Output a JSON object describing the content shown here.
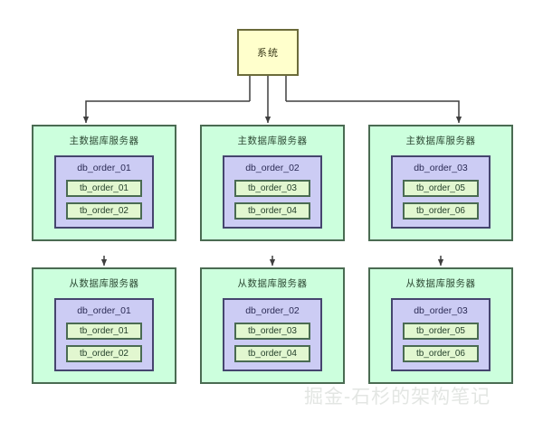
{
  "diagram": {
    "system": {
      "label": "系统"
    },
    "rows": [
      {
        "role": "master",
        "servers": [
          {
            "title": "主数据库服务器",
            "database": "db_order_01",
            "tables": [
              "tb_order_01",
              "tb_order_02"
            ]
          },
          {
            "title": "主数据库服务器",
            "database": "db_order_02",
            "tables": [
              "tb_order_03",
              "tb_order_04"
            ]
          },
          {
            "title": "主数据库服务器",
            "database": "db_order_03",
            "tables": [
              "tb_order_05",
              "tb_order_06"
            ]
          }
        ]
      },
      {
        "role": "slave",
        "servers": [
          {
            "title": "从数据库服务器",
            "database": "db_order_01",
            "tables": [
              "tb_order_01",
              "tb_order_02"
            ]
          },
          {
            "title": "从数据库服务器",
            "database": "db_order_02",
            "tables": [
              "tb_order_03",
              "tb_order_04"
            ]
          },
          {
            "title": "从数据库服务器",
            "database": "db_order_03",
            "tables": [
              "tb_order_05",
              "tb_order_06"
            ]
          }
        ]
      }
    ],
    "watermark": "掘金-石杉的架构笔记",
    "colors": {
      "system_fill": "#ffffcc",
      "system_stroke": "#6b6b3a",
      "server_fill": "#ccffdd",
      "server_stroke": "#4a6b52",
      "db_fill": "#ccccf4",
      "db_stroke": "#45456e",
      "table_fill": "#e2f7d0",
      "table_stroke": "#4a6b52",
      "connector": "#3f3f3f",
      "background": "#ffffff",
      "watermark": "#e3e6e3"
    }
  }
}
